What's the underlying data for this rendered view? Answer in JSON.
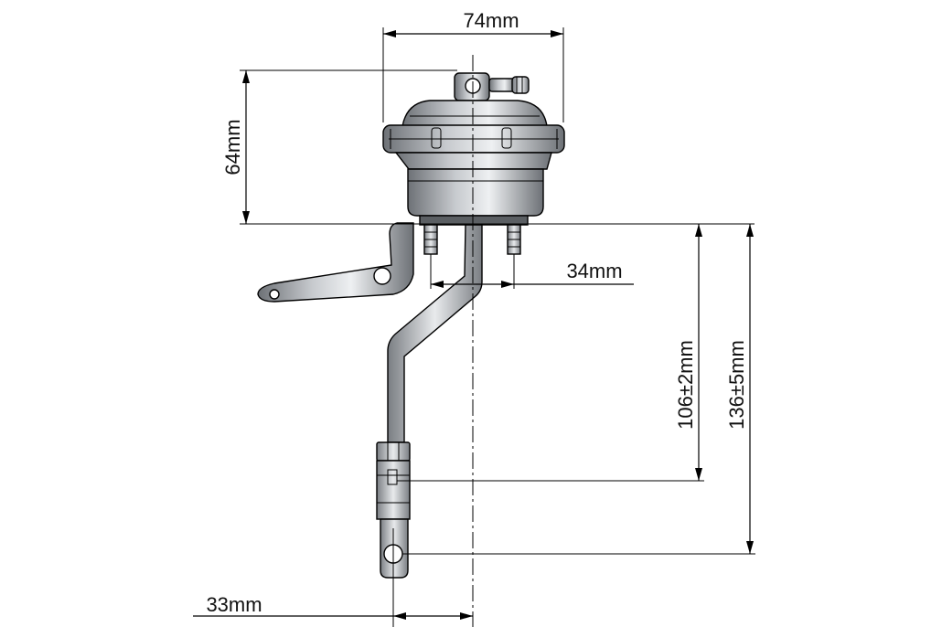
{
  "dimensions": {
    "width_label": "74mm",
    "height_label": "64mm",
    "mount_spacing_label": "34mm",
    "rod_length_short_label": "106±2mm",
    "rod_length_long_label": "136±5mm",
    "offset_label": "33mm"
  },
  "colors": {
    "line": "#000000",
    "body_shade": "#8c9095",
    "body_dark": "#5b5f63",
    "background": "#ffffff"
  }
}
